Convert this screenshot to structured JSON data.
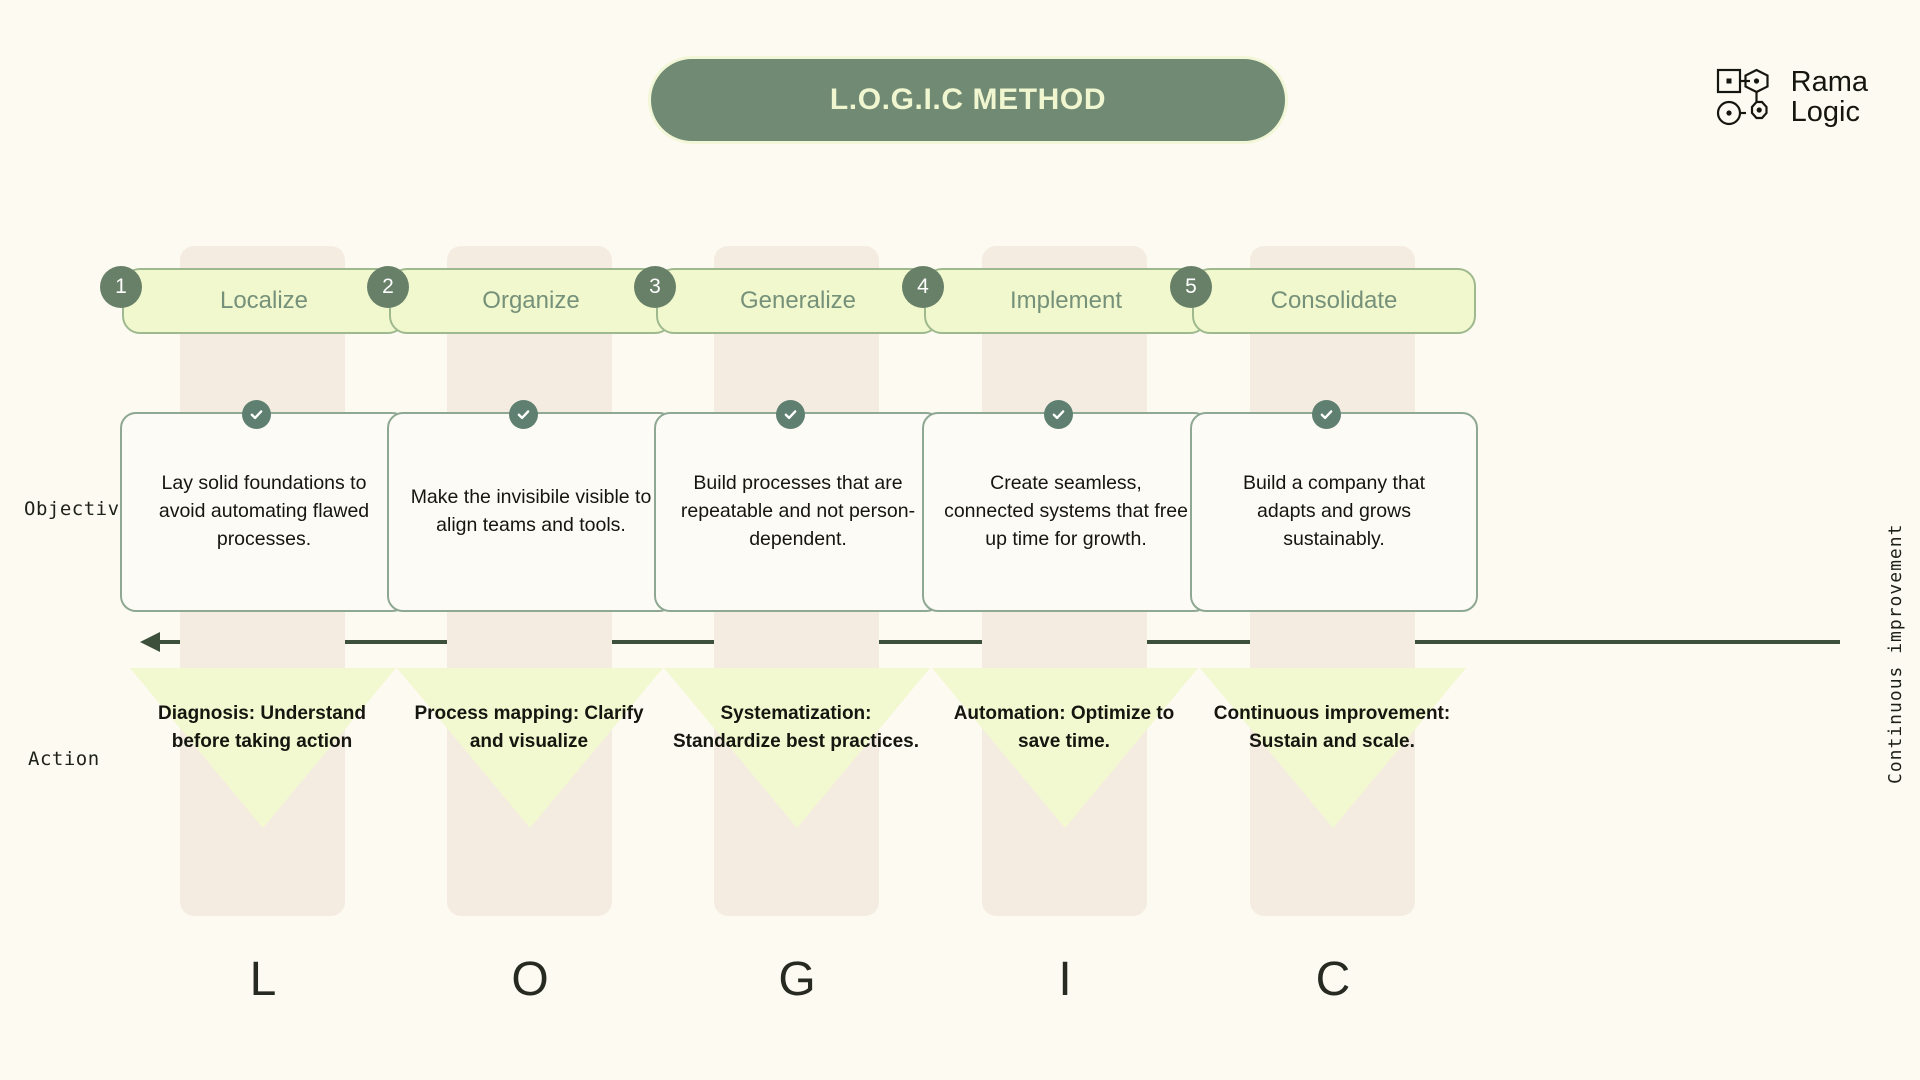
{
  "header": {
    "title": "L.O.G.I.C METHOD",
    "logo": {
      "line1": "Rama",
      "line2": "Logic",
      "icon": "node-graph-icon"
    }
  },
  "row_labels": {
    "objective": "Objective",
    "action": "Action"
  },
  "side_label": {
    "text": "Continuous improvement"
  },
  "arrow": {
    "name": "leftward-flow-arrow",
    "direction": "left"
  },
  "colors": {
    "background": "#fdfaf2",
    "title_pill": "#718a74",
    "title_text": "#f0f6cf",
    "step_pill_bg": "#f1f8cd",
    "step_pill_border": "#9fb98f",
    "step_label_text": "#76917a",
    "badge": "#688068",
    "check_badge": "#5f8070",
    "column_strip": "#f5ece1",
    "card_border": "#8fa893",
    "card_bg": "#fcfbf5",
    "triangle": "#f2f8cf",
    "arrow": "#3c503c"
  },
  "steps": [
    {
      "number": "1",
      "label": "Localize",
      "objective": "Lay solid foundations to avoid automating flawed processes.",
      "action": "Diagnosis: Understand before taking action",
      "letter": "L"
    },
    {
      "number": "2",
      "label": "Organize",
      "objective": "Make the invisibile visible to align teams and tools.",
      "action": "Process mapping: Clarify and visualize",
      "letter": "O"
    },
    {
      "number": "3",
      "label": "Generalize",
      "objective": "Build processes that are repeatable and not person-dependent.",
      "action": "Systematization: Standardize best practices.",
      "letter": "G"
    },
    {
      "number": "4",
      "label": "Implement",
      "objective": "Create seamless, connected systems that free up time for growth.",
      "action": "Automation: Optimize to save time.",
      "letter": "I"
    },
    {
      "number": "5",
      "label": "Consolidate",
      "objective": "Build a company that adapts and grows sustainably.",
      "action": "Continuous improvement: Sustain and scale.",
      "letter": "C"
    }
  ]
}
